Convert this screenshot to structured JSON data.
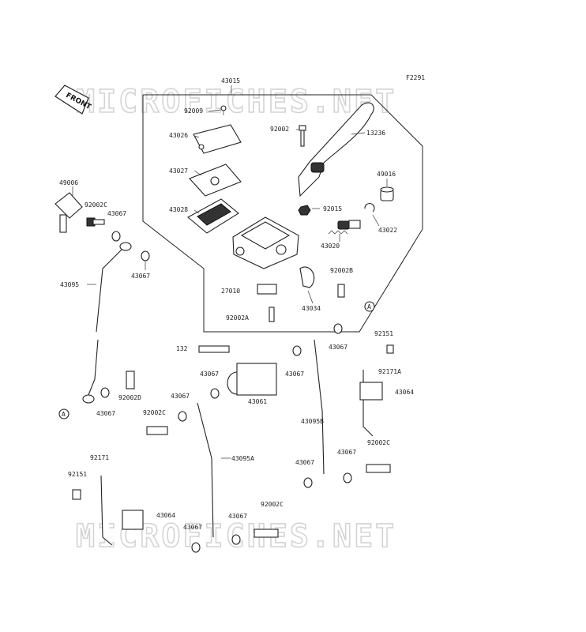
{
  "diagram": {
    "code": "F2291",
    "front_label": "FRONT",
    "watermark": "MICROFICHES.NET",
    "ref_marker": "A",
    "labels": {
      "l43015": "43015",
      "l92009": "92009",
      "l92002a": "92002",
      "l13236": "13236",
      "l43026": "43026",
      "l43027": "43027",
      "l49016": "49016",
      "l43028": "43028",
      "l92015": "92015",
      "l43022": "43022",
      "l49006": "49006",
      "l92002c1": "92002C",
      "l43067a": "43067",
      "l43020": "43020",
      "l43067b": "43067",
      "l92002b": "92002B",
      "l43095": "43095",
      "l27010": "27010",
      "l43034": "43034",
      "l92002a2": "92002A",
      "l43067c": "43067",
      "l92151a": "92151",
      "l132": "132",
      "l92171a": "92171A",
      "l43067d": "43067",
      "l43067e": "43067",
      "l43064a": "43064",
      "l92002d": "92002D",
      "l43061": "43061",
      "l43067f": "43067",
      "l43067g": "43067",
      "l92002c2": "92002C",
      "l43095b": "43095B",
      "l43095a": "43095A",
      "l92002c3": "92002C",
      "l43067h": "43067",
      "l43067i": "43067",
      "l92171": "92171",
      "l92151b": "92151",
      "l43064b": "43064",
      "l92002c4": "92002C",
      "l43067j": "43067",
      "l43067k": "43067"
    }
  }
}
